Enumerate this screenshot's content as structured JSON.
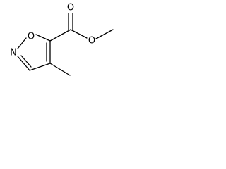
{
  "atoms": {
    "ring_oxygen": "O",
    "ring_nitrogen": "N",
    "carbonyl_oxygen": "O",
    "ester_oxygen": "O"
  }
}
